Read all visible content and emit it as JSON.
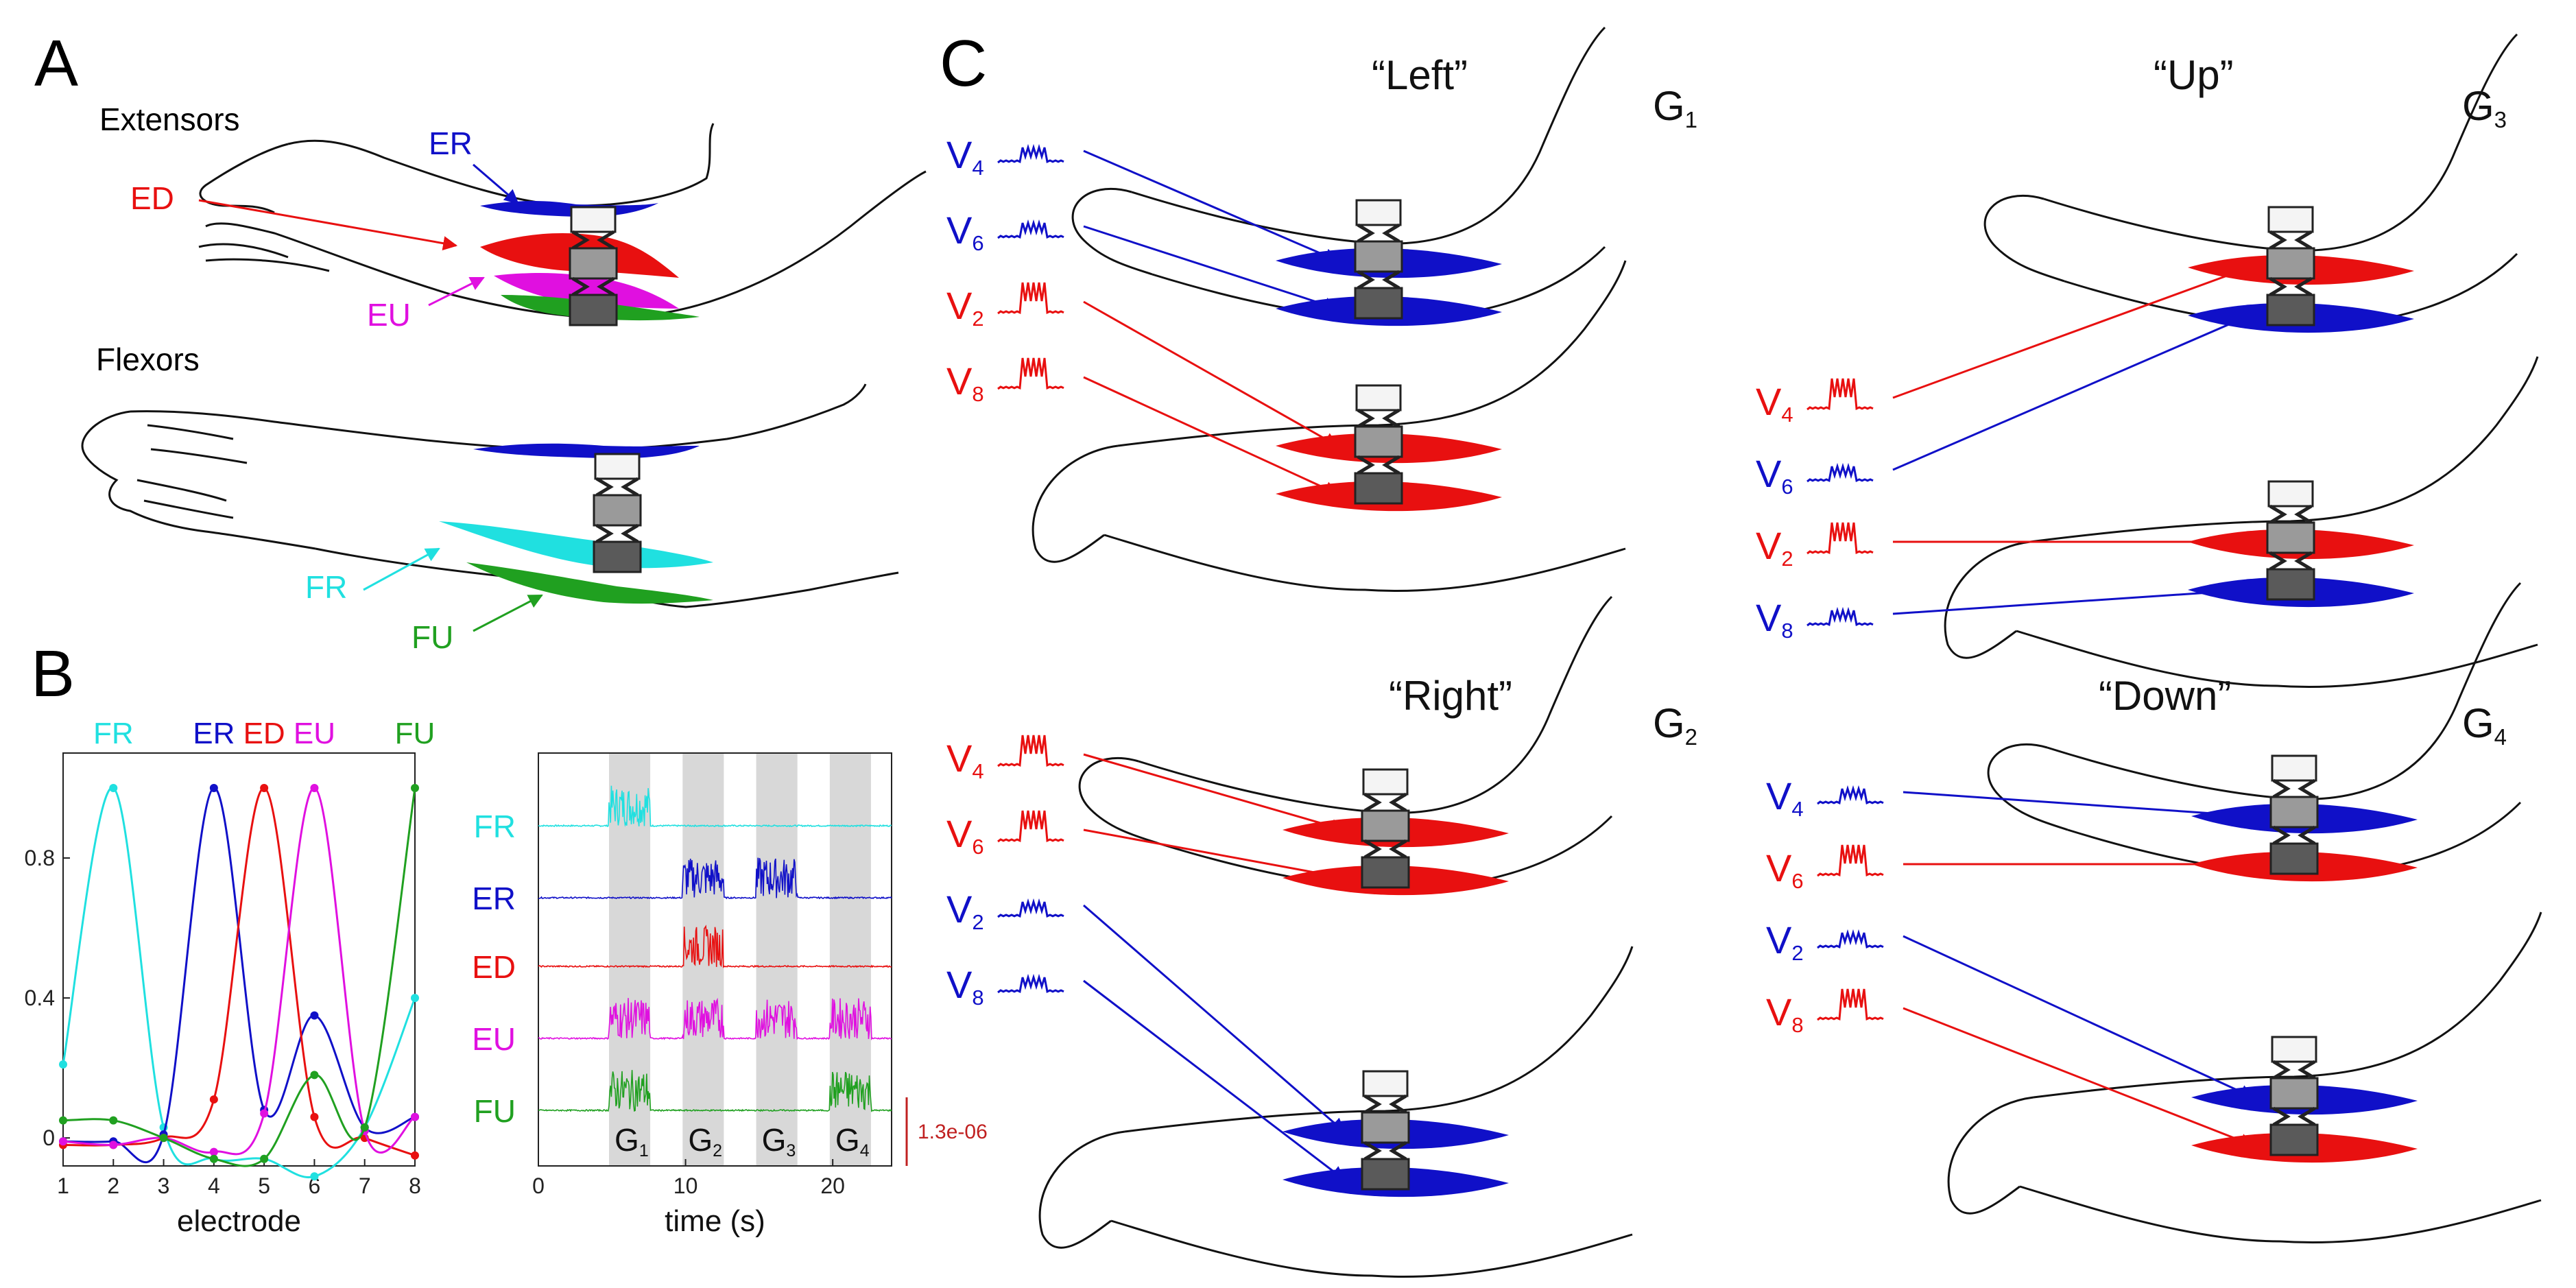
{
  "panel_letters": {
    "a": "A",
    "b": "B",
    "c": "C"
  },
  "panel_a": {
    "group_extensors": "Extensors",
    "group_flexors": "Flexors",
    "muscles": {
      "er": "ER",
      "ed": "ED",
      "eu": "EU",
      "fr": "FR",
      "fu": "FU"
    }
  },
  "colors": {
    "ER": "#1010c8",
    "ED": "#e81010",
    "EU": "#e010e0",
    "FR": "#20e0e0",
    "FU": "#20a020",
    "blue": "#1010c8",
    "red": "#e81010"
  },
  "chart_data": [
    {
      "type": "line",
      "x": [
        1,
        2,
        3,
        4,
        5,
        6,
        7,
        8
      ],
      "xlabel": "electrode",
      "ylabel": "",
      "xlim": [
        1,
        8
      ],
      "ylim": [
        -0.08,
        1.1
      ],
      "yticks": [
        "0",
        "0.4",
        "0.8"
      ],
      "xticks": [
        "1",
        "2",
        "3",
        "4",
        "5",
        "6",
        "7",
        "8"
      ],
      "series": [
        {
          "name": "FR",
          "values": [
            0.21,
            1.0,
            0.03,
            -0.06,
            -0.06,
            -0.11,
            0.03,
            0.4
          ]
        },
        {
          "name": "ER",
          "values": [
            -0.01,
            -0.01,
            0.01,
            1.0,
            0.08,
            0.35,
            0.03,
            0.06
          ]
        },
        {
          "name": "ED",
          "values": [
            -0.02,
            -0.02,
            0.0,
            0.11,
            1.0,
            0.06,
            0.0,
            -0.05
          ]
        },
        {
          "name": "EU",
          "values": [
            -0.01,
            -0.02,
            0.0,
            -0.04,
            0.07,
            1.0,
            0.02,
            0.06
          ]
        },
        {
          "name": "FU",
          "values": [
            0.05,
            0.05,
            0.0,
            -0.06,
            -0.06,
            0.18,
            0.03,
            1.0
          ]
        }
      ]
    },
    {
      "type": "line",
      "xlabel": "time (s)",
      "ylabel": "",
      "xlim": [
        0,
        24
      ],
      "xticks": [
        "0",
        "10",
        "20"
      ],
      "tracks": [
        "FR",
        "ER",
        "ED",
        "EU",
        "FU"
      ],
      "gesture_windows": [
        {
          "label": "G1",
          "start": 4.8,
          "end": 7.6,
          "active": "FR"
        },
        {
          "label": "G2",
          "start": 9.8,
          "end": 12.6,
          "active": "ER"
        },
        {
          "label": "G3",
          "start": 14.8,
          "end": 17.6,
          "active": "ER"
        },
        {
          "label": "G4",
          "start": 19.8,
          "end": 22.6,
          "active": "EU"
        }
      ],
      "gesture_tracks": {
        "G1": [
          "FR",
          "EU",
          "FU"
        ],
        "G2": [
          "ER",
          "ED",
          "EU"
        ],
        "G3": [
          "ER",
          "EU"
        ],
        "G4": [
          "EU",
          "FU"
        ]
      },
      "scale_bar": "1.3e-06"
    }
  ],
  "panel_c": {
    "gestures": [
      {
        "title": "“Left”",
        "tag": "G",
        "sub": "1",
        "channels": [
          {
            "v": "V",
            "sub": "4",
            "color": "blue"
          },
          {
            "v": "V",
            "sub": "6",
            "color": "blue"
          },
          {
            "v": "V",
            "sub": "2",
            "color": "red"
          },
          {
            "v": "V",
            "sub": "8",
            "color": "red"
          }
        ]
      },
      {
        "title": "“Right”",
        "tag": "G",
        "sub": "2",
        "channels": [
          {
            "v": "V",
            "sub": "4",
            "color": "red"
          },
          {
            "v": "V",
            "sub": "6",
            "color": "red"
          },
          {
            "v": "V",
            "sub": "2",
            "color": "blue"
          },
          {
            "v": "V",
            "sub": "8",
            "color": "blue"
          }
        ]
      },
      {
        "title": "“Up”",
        "tag": "G",
        "sub": "3",
        "channels": [
          {
            "v": "V",
            "sub": "4",
            "color": "red"
          },
          {
            "v": "V",
            "sub": "6",
            "color": "blue"
          },
          {
            "v": "V",
            "sub": "2",
            "color": "red"
          },
          {
            "v": "V",
            "sub": "8",
            "color": "blue"
          }
        ]
      },
      {
        "title": "“Down”",
        "tag": "G",
        "sub": "4",
        "channels": [
          {
            "v": "V",
            "sub": "4",
            "color": "blue"
          },
          {
            "v": "V",
            "sub": "6",
            "color": "red"
          },
          {
            "v": "V",
            "sub": "2",
            "color": "blue"
          },
          {
            "v": "V",
            "sub": "8",
            "color": "red"
          }
        ]
      }
    ]
  }
}
